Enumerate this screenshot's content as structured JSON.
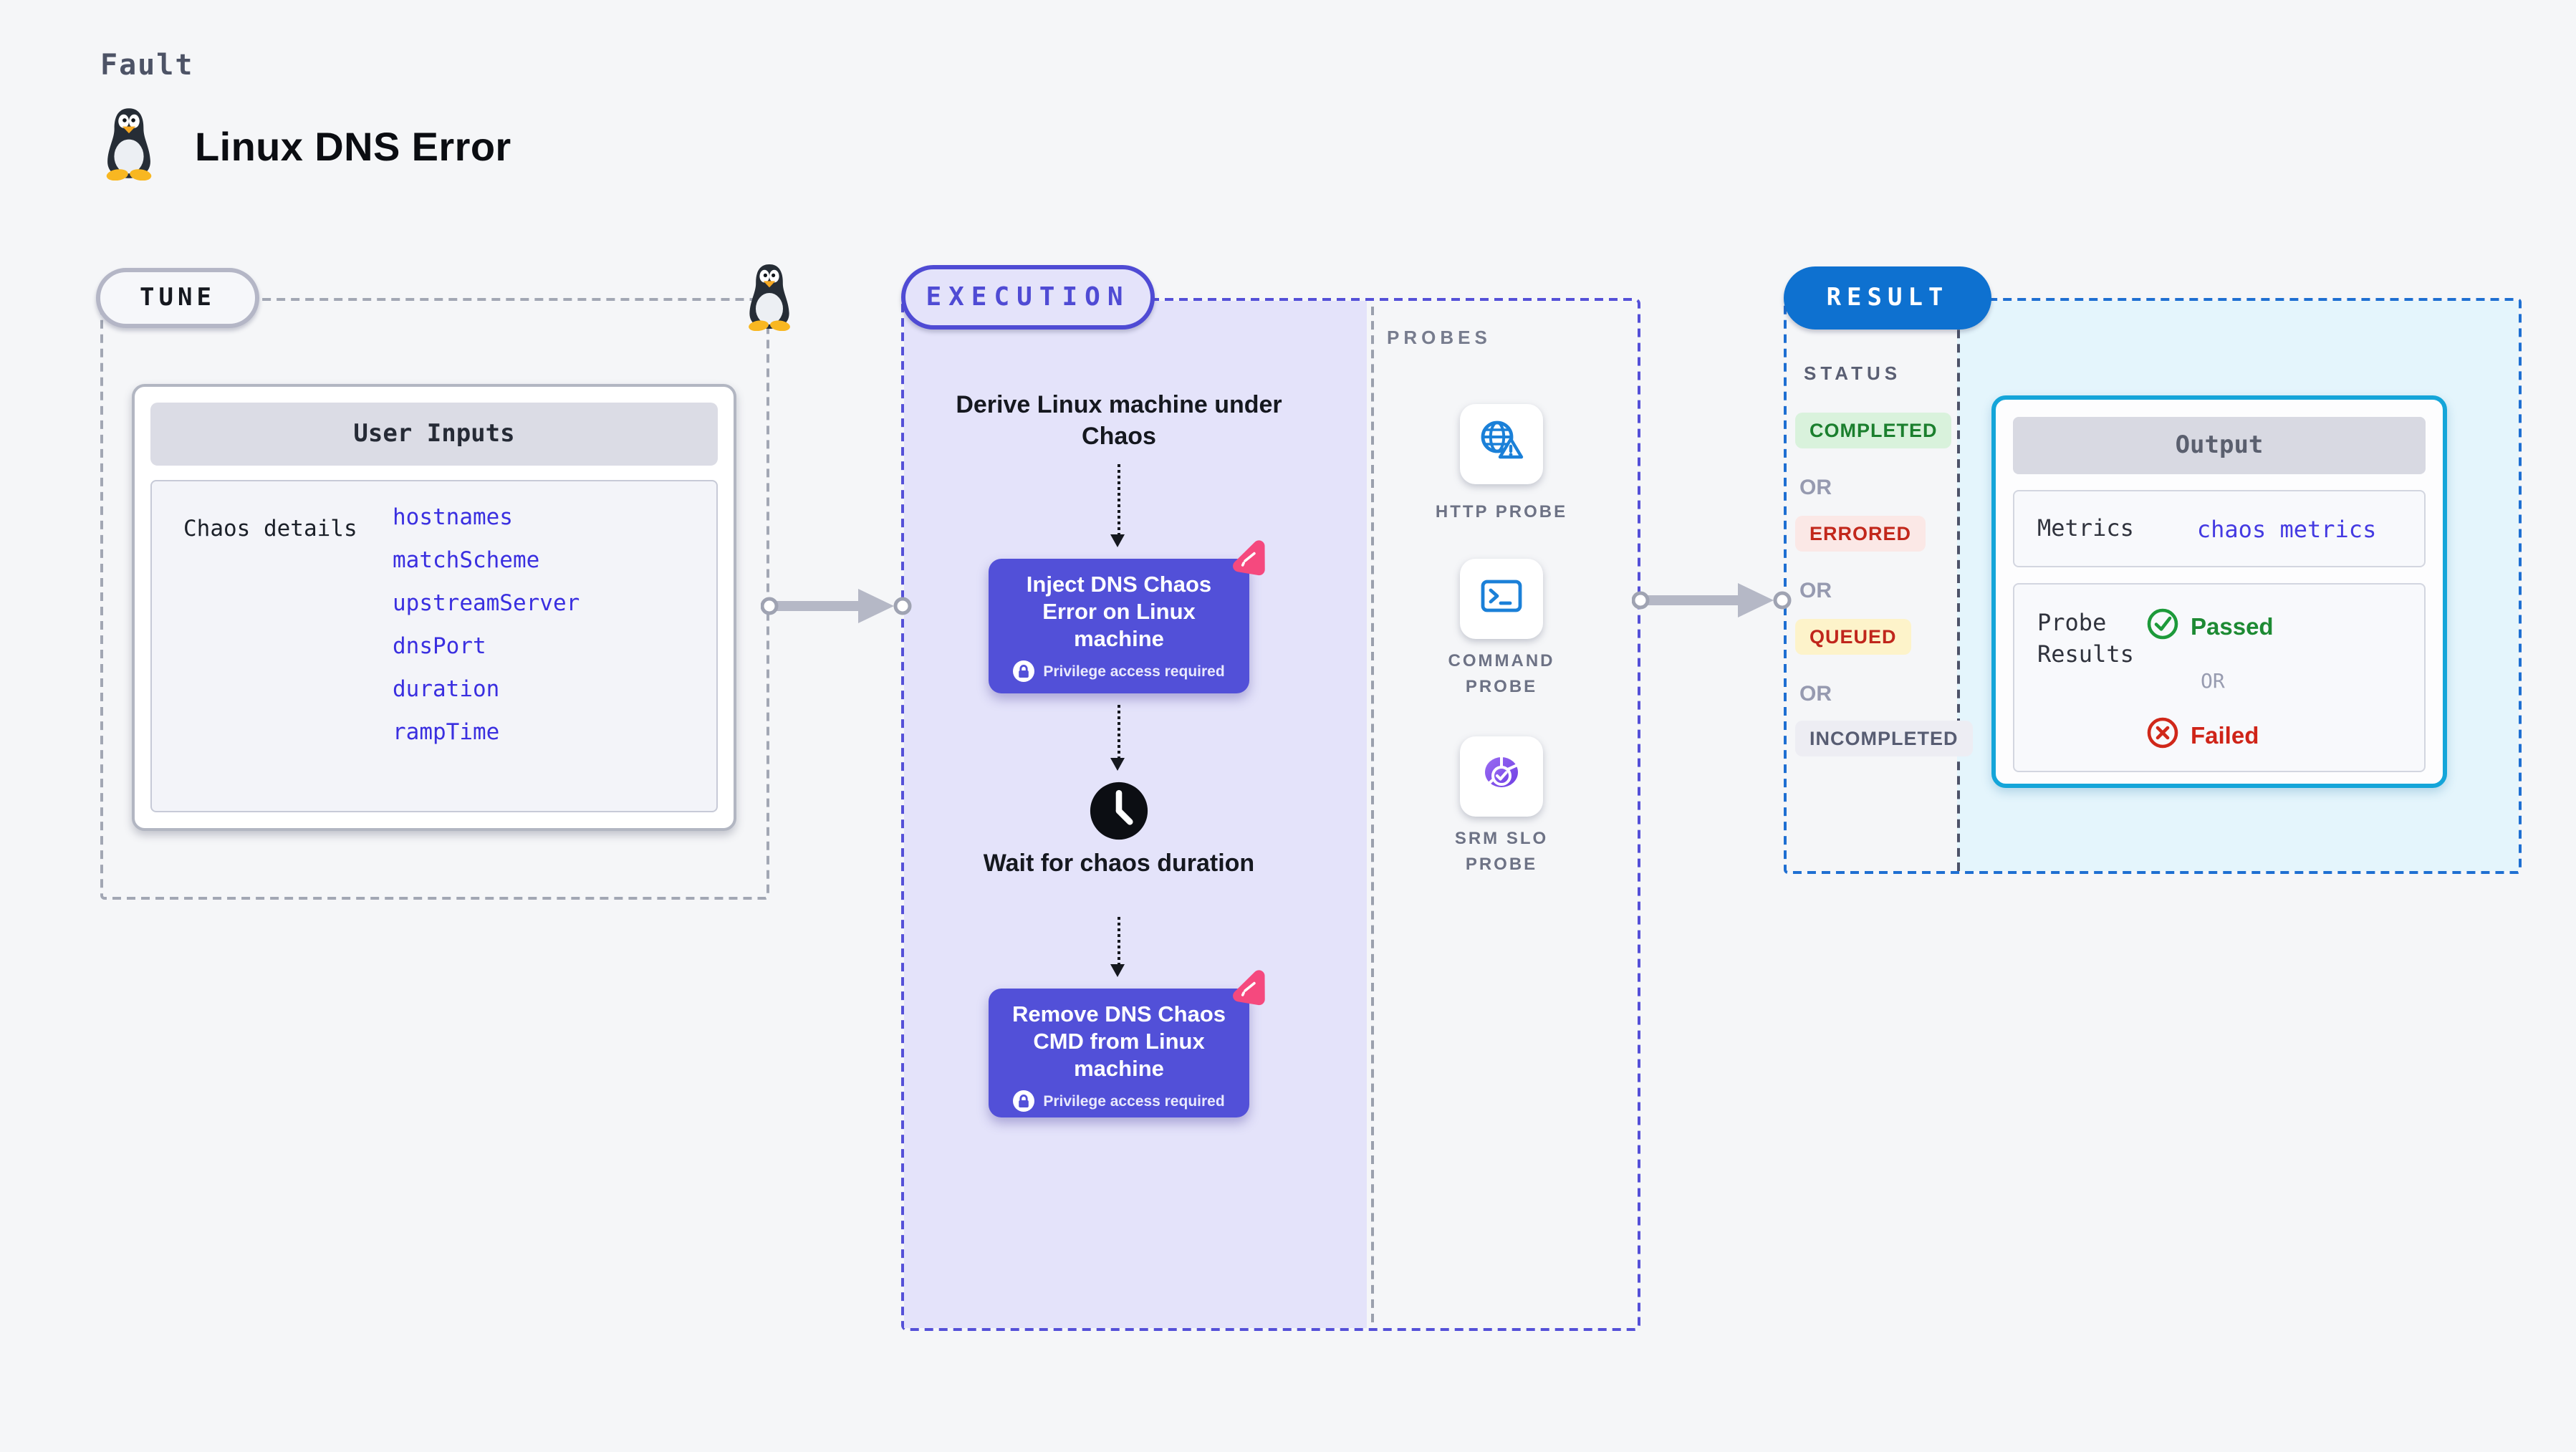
{
  "header": {
    "kicker": "Fault",
    "title": "Linux DNS Error"
  },
  "tune": {
    "badge": "TUNE",
    "card_title": "User Inputs",
    "row_label": "Chaos details",
    "inputs": [
      "hostnames",
      "matchScheme",
      "upstreamServer",
      "dnsPort",
      "duration",
      "rampTime"
    ]
  },
  "execution": {
    "badge": "EXECUTION",
    "derive_step": "Derive Linux machine under Chaos",
    "inject_step": "Inject DNS Chaos Error on Linux machine",
    "wait_step": "Wait for chaos duration",
    "remove_step": "Remove DNS Chaos CMD from Linux machine",
    "privilege_note": "Privilege access required"
  },
  "probes": {
    "title": "PROBES",
    "items": [
      {
        "label": "HTTP PROBE",
        "icon": "globe-alert-icon"
      },
      {
        "label": "COMMAND PROBE",
        "icon": "terminal-icon"
      },
      {
        "label": "SRM SLO PROBE",
        "icon": "slo-pie-icon"
      }
    ]
  },
  "result": {
    "badge": "RESULT",
    "status_title": "STATUS",
    "or_label": "OR",
    "statuses": [
      {
        "label": "COMPLETED",
        "fg": "#1b7f2e",
        "bg": "#d9f2dc"
      },
      {
        "label": "ERRORED",
        "fg": "#c2271b",
        "bg": "#fbe8e6"
      },
      {
        "label": "QUEUED",
        "fg": "#c0261c",
        "bg": "#fdf3ca"
      },
      {
        "label": "INCOMPLETED",
        "fg": "#575c72",
        "bg": "#ededf3"
      }
    ],
    "output": {
      "title": "Output",
      "metrics_label": "Metrics",
      "metrics_value": "chaos metrics",
      "probe_results_label": "Probe Results",
      "passed_label": "Passed",
      "or_label": "OR",
      "failed_label": "Failed"
    }
  },
  "colors": {
    "accent_indigo": "#5250d8",
    "accent_blue": "#0e71d0",
    "accent_cyan": "#14a5d9",
    "passed_green": "#1d8a33",
    "failed_red": "#cf2418",
    "probe_icon_blue": "#1b80d8",
    "chaos_pink": "#f5497e",
    "value_blue": "#3a2fe0"
  }
}
